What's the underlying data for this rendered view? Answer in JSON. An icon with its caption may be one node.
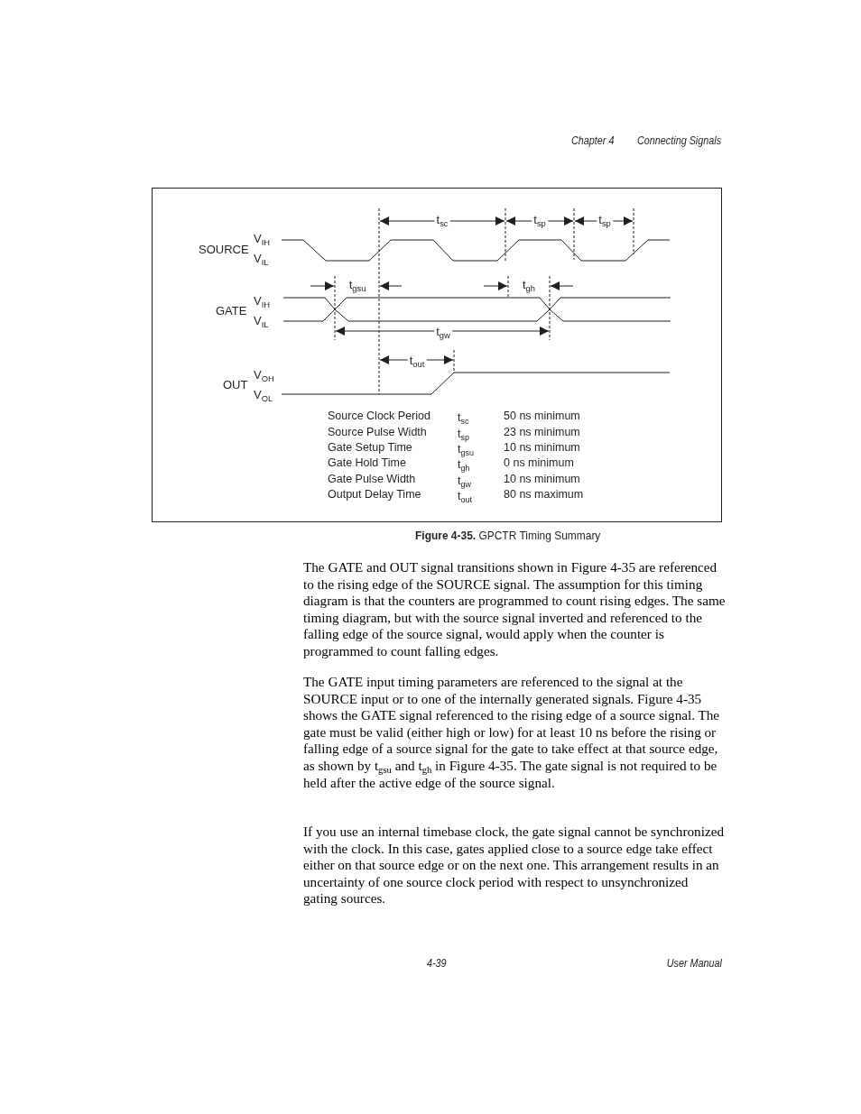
{
  "diagram": {
    "caption": "**Figure 4-35.**  GPCTR Timing Summary",
    "labels": [
      "Chapter 4",
      "Connecting Signals",
      "t$_{sc}$",
      "t$_{sp}$",
      "t$_{sp}$",
      "V$_{IH}$",
      "SOURCE",
      "V$_{IL}$",
      "t$_{gsu}$",
      "t$_{gh}$",
      "V$_{IH}$",
      "GATE",
      "V$_{IL}$",
      "t$_{gw}$",
      "t$_{out}$",
      "V$_{OH}$",
      "OUT",
      "V$_{OL}$",
      "Source Clock Period",
      "t$_{sc}$",
      "50 ns minimum",
      "Source Pulse Width",
      "t$_{sp}$",
      "23 ns minimum",
      "Gate Setup Time",
      "t$_{gsu}$",
      "10 ns minimum",
      "Gate Hold Time",
      "t$_{gh}$",
      "0 ns minimum",
      "Gate Pulse Width",
      "t$_{gw}$",
      "10 ns minimum",
      "Output Delay Time",
      "t$_{out}$",
      "80 ns maximum",
      "The GATE and OUT signal transitions shown in Figure 4-35 are referenced to the rising edge of the SOURCE signal. The assumption for this timing diagram is that the counters are programmed to count rising edges. The same timing diagram, but with the source signal inverted and referenced to the falling edge of the source signal, would apply when the counter is programmed to count falling edges.",
      "The GATE input timing parameters are referenced to the signal at the SOURCE input or to one of the internally generated signals. Figure 4-35 shows the GATE signal referenced to the rising edge of a source signal. The gate must be valid (either high or low) for at least 10 ns before the rising or falling edge of a source signal for the gate to take effect at that source edge, as shown by t$_{gsu}$ and t$_{gh}$ in Figure 4-35. The gate signal is not required to be held after the active edge of the source signal.",
      "If you use an internal timebase clock, the gate signal cannot be synchronized with the clock. In this case, gates applied close to a source edge take effect either on that source edge or on the next one. This arrangement results in an uncertainty of one source clock period with respect to unsynchronized gating sources.",
      "4-39",
      "User Manual"
    ]
  }
}
